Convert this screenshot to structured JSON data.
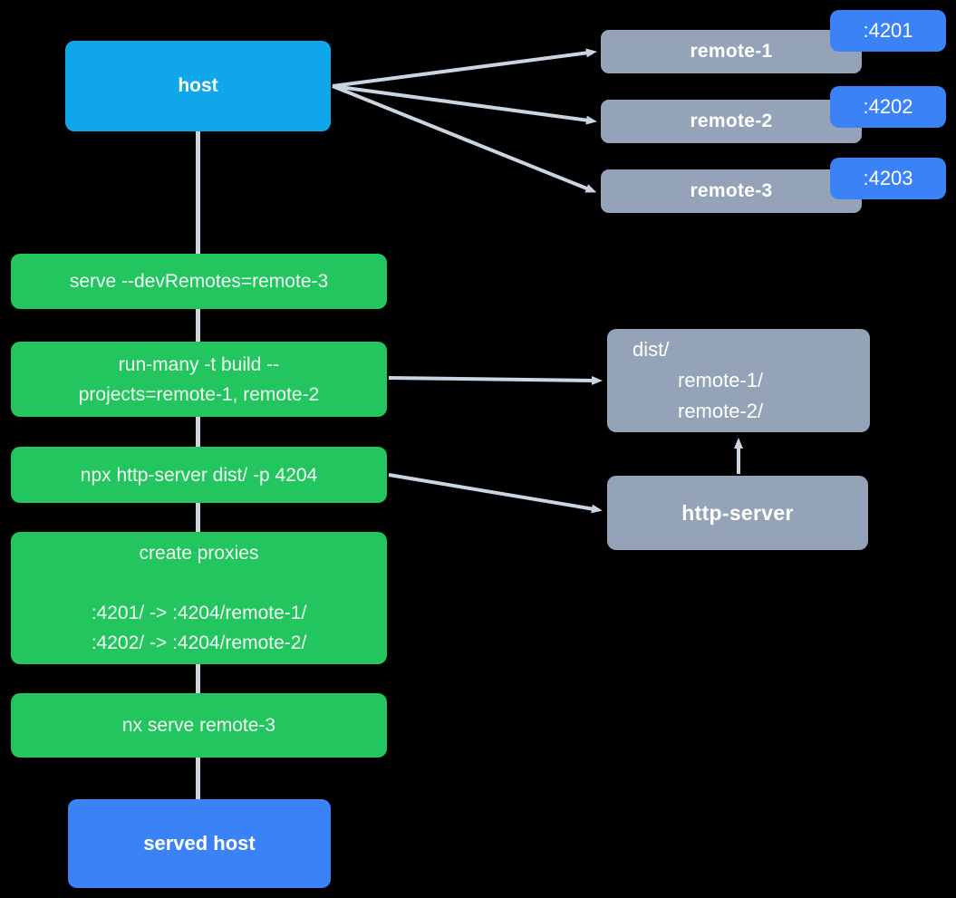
{
  "colors": {
    "background": "#000000",
    "host": "#0FA7E9",
    "remote": "#94A3B8",
    "port_badge": "#3B82F6",
    "command": "#22C55E",
    "served_host": "#3B82F6",
    "arrow": "#CBD5E1",
    "text": "#FFFFFF"
  },
  "diagram": {
    "host": {
      "label": "host"
    },
    "remotes": [
      {
        "label": "remote-1",
        "port": ":4201"
      },
      {
        "label": "remote-2",
        "port": ":4202"
      },
      {
        "label": "remote-3",
        "port": ":4203"
      }
    ],
    "commands": [
      {
        "lines": [
          "serve --devRemotes=remote-3"
        ]
      },
      {
        "lines": [
          "run-many -t build --",
          "projects=remote-1, remote-2"
        ]
      },
      {
        "lines": [
          "npx http-server dist/ -p 4204"
        ]
      },
      {
        "lines": [
          "create proxies",
          "",
          ":4201/ -> :4204/remote-1/",
          ":4202/ -> :4204/remote-2/"
        ]
      },
      {
        "lines": [
          "nx serve remote-3"
        ]
      }
    ],
    "dist_folder": {
      "title": "dist/",
      "entries": [
        "remote-1/",
        "remote-2/"
      ]
    },
    "http_server": {
      "label": "http-server"
    },
    "served_host": {
      "label": "served host"
    }
  }
}
